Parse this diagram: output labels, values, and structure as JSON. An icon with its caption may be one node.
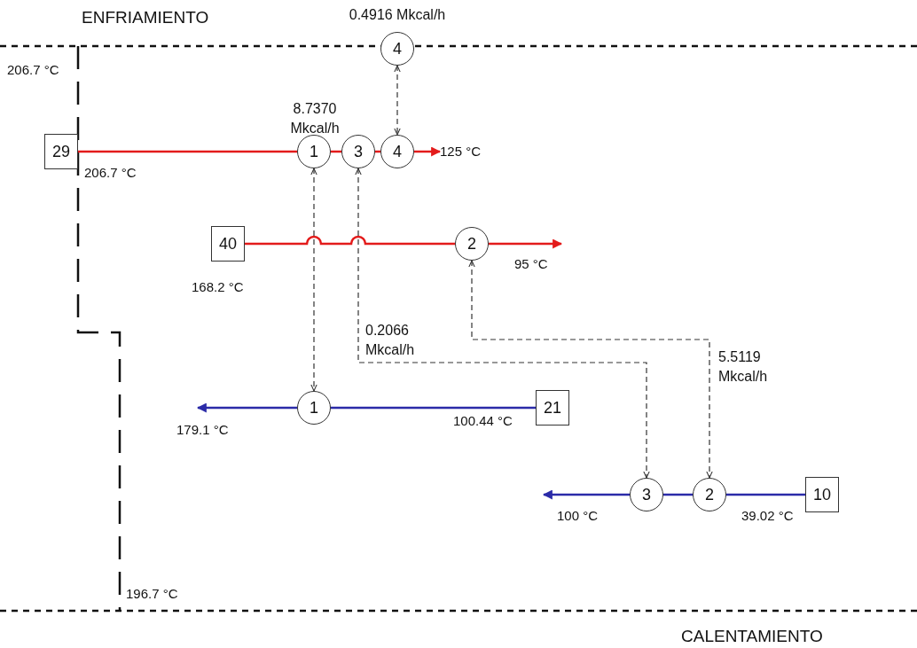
{
  "diagram": {
    "nodes": [
      {
        "text": [
          "29"
        ],
        "beside": [
          "206.7 °C"
        ]
      },
      {
        "text": [
          "1"
        ],
        "beside": [
          "8.7370 Mkcal/h"
        ]
      },
      {
        "text": [
          "3"
        ]
      },
      {
        "text": [
          "4"
        ]
      },
      {
        "text": [
          "4"
        ],
        "beside": [
          "0.4916 Mkcal/h"
        ]
      },
      {
        "text": [
          "40"
        ],
        "beside": [
          "168.2 °C"
        ]
      },
      {
        "text": [
          "2"
        ]
      },
      {
        "text": [
          "1"
        ]
      },
      {
        "text": [
          "21"
        ],
        "beside": [
          "100.44 °C"
        ]
      },
      {
        "text": [
          "3"
        ]
      },
      {
        "text": [
          "2"
        ]
      },
      {
        "text": [
          "10"
        ],
        "beside": [
          "39.02 °C"
        ]
      },
      {
        "text": [
          "125 °C"
        ]
      }
    ],
    "edges": [
      {
        "from": 0,
        "to": 1,
        "arrow": "none",
        "color": "#e31b1b"
      },
      {
        "from": 1,
        "to": 2,
        "arrow": "none",
        "color": "#e31b1b"
      },
      {
        "from": 2,
        "to": 3,
        "arrow": "none",
        "color": "#e31b1b"
      },
      {
        "from": 3,
        "to": 12,
        "arrow": "to",
        "color": "#e31b1b"
      },
      {
        "from": 5,
        "to": 6,
        "arrow": "none",
        "color": "#e31b1b"
      },
      {
        "from": 6,
        "to": null,
        "arrow": "to",
        "color": "#e31b1b"
      },
      {
        "from": 8,
        "to": 7,
        "arrow": "none",
        "color": "#2b2ba8"
      },
      {
        "from": 7,
        "to": null,
        "arrow": "to",
        "color": "#2b2ba8"
      },
      {
        "from": 11,
        "to": 10,
        "arrow": "none",
        "color": "#2b2ba8"
      },
      {
        "from": 10,
        "to": 9,
        "arrow": "none",
        "color": "#2b2ba8"
      },
      {
        "from": 9,
        "to": null,
        "arrow": "to",
        "color": "#2b2ba8"
      },
      {
        "from": 4,
        "to": 3,
        "arrow": "both",
        "style": "dashed",
        "color": "#333333"
      },
      {
        "from": 1,
        "to": 7,
        "arrow": "both",
        "style": "dashed",
        "color": "#333333"
      },
      {
        "from": 2,
        "to": 9,
        "arrow": "both",
        "style": "dashed",
        "color": "#333333",
        "label": "0.2066 Mkcal/h"
      },
      {
        "from": 6,
        "to": 10,
        "arrow": "both",
        "style": "dashed",
        "color": "#333333",
        "label": "5.5119 Mkcal/h"
      }
    ],
    "labels": [
      "ENFRIAMIENTO",
      "CALENTAMIENTO",
      "206.7 °C",
      "95 °C",
      "179.1 °C",
      "100 °C",
      "196.7 °C"
    ]
  }
}
